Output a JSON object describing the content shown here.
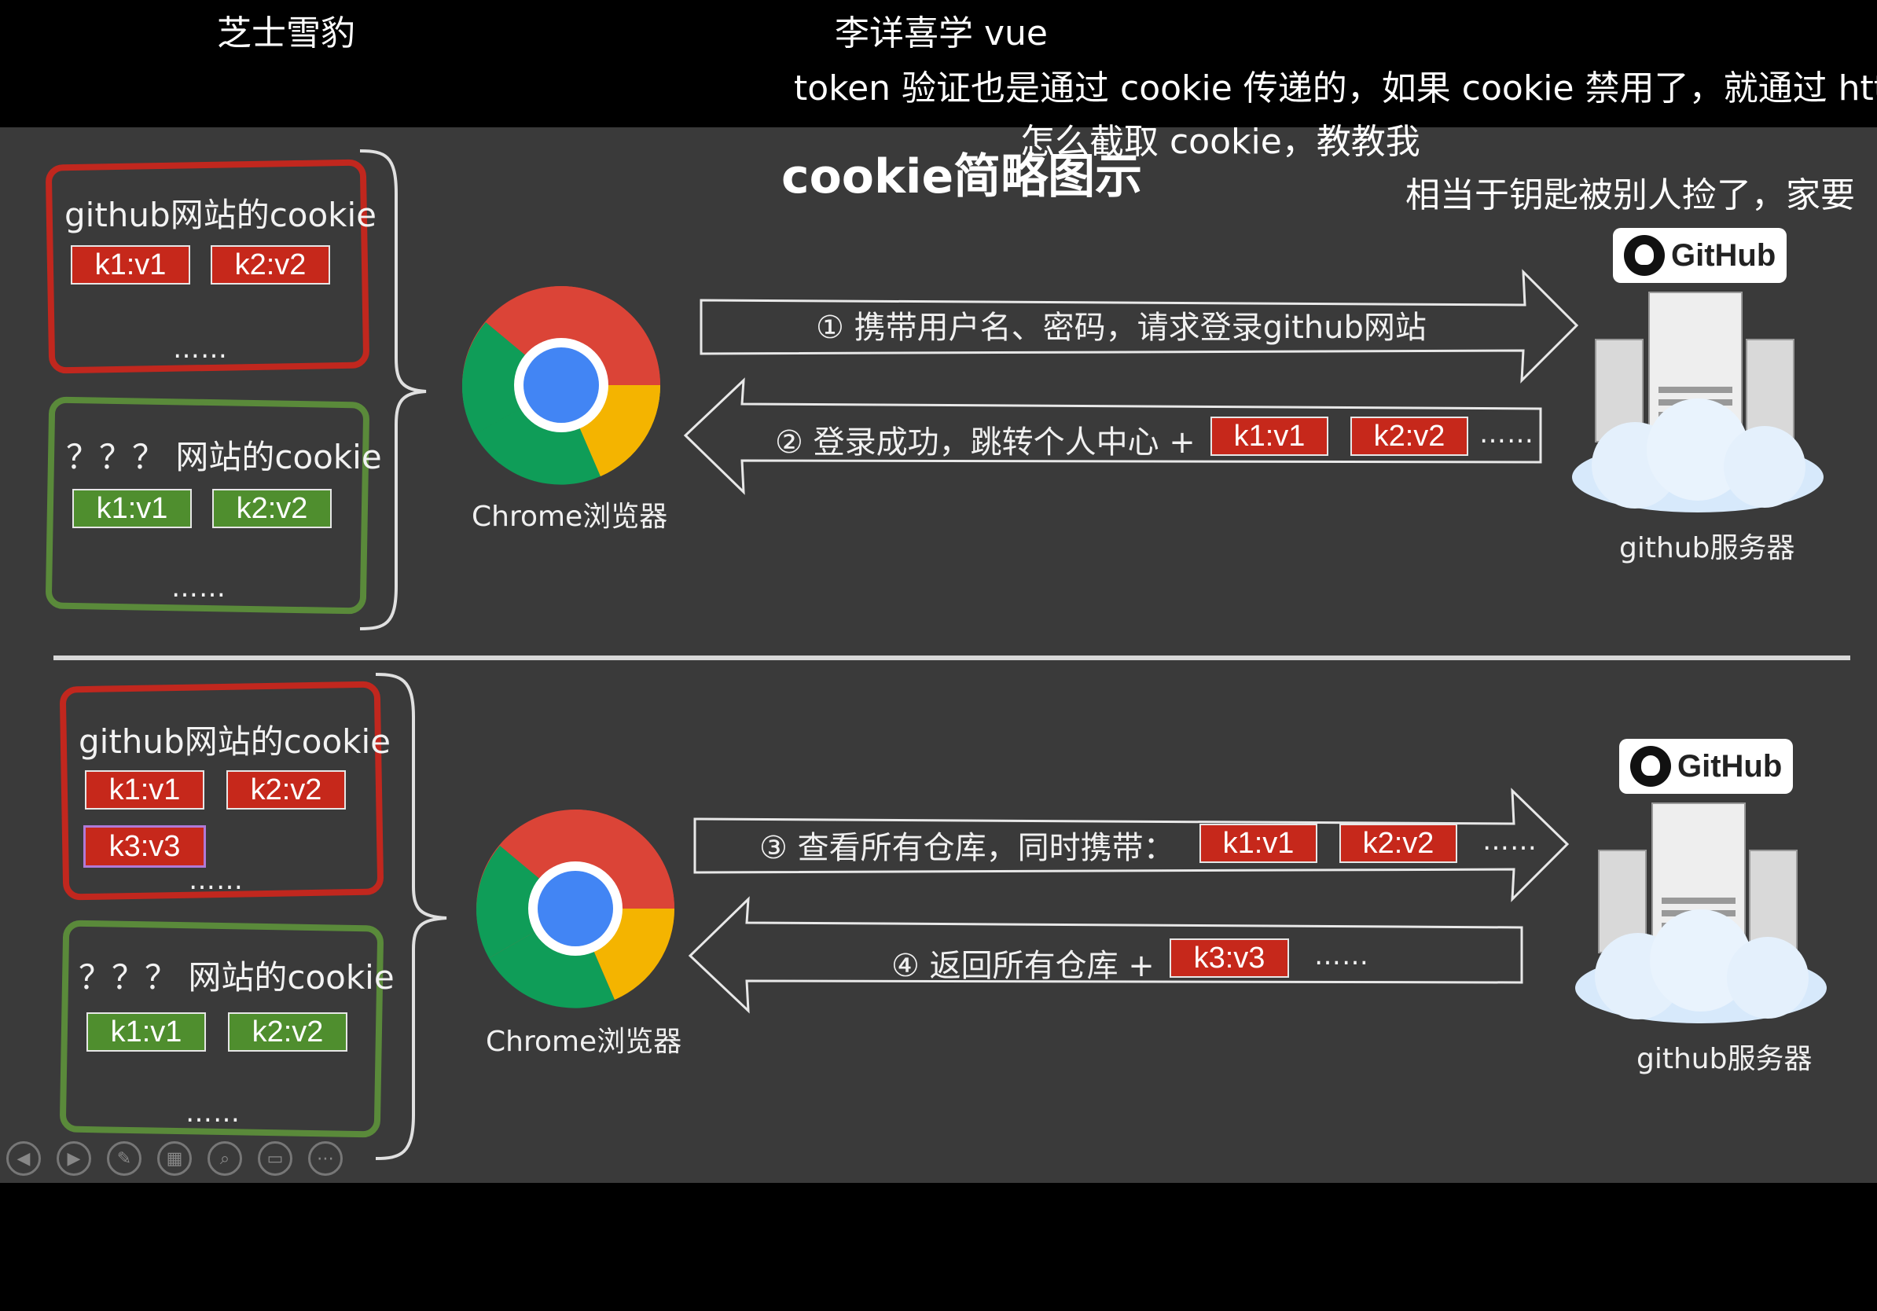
{
  "danmaku": {
    "line1": "芝士雪豹",
    "line2": "李详喜学 vue",
    "line3": "token 验证也是通过 cookie 传递的，如果 cookie 禁用了，就通过 htt",
    "line4": "怎么截取 cookie，教教我",
    "line5": "相当于钥匙被别人捡了，家要"
  },
  "slide": {
    "title": "cookie简略图示",
    "top": {
      "jar_github": {
        "title": "github网站的cookie",
        "tags": [
          "k1:v1",
          "k2:v2"
        ],
        "dots": "……"
      },
      "jar_other": {
        "title": "？？？ 网站的cookie",
        "tags": [
          "k1:v1",
          "k2:v2"
        ],
        "dots": "……"
      },
      "browser_label": "Chrome浏览器",
      "arrow_right_text": "① 携带用户名、密码，请求登录github网站",
      "arrow_left_text": "② 登录成功，跳转个人中心 +",
      "arrow_left_tags": [
        "k1:v1",
        "k2:v2"
      ],
      "arrow_left_dots": "……",
      "server_badge": "GitHub",
      "server_label": "github服务器"
    },
    "bottom": {
      "jar_github": {
        "title": "github网站的cookie",
        "tags": [
          "k1:v1",
          "k2:v2",
          "k3:v3"
        ],
        "dots": "……"
      },
      "jar_other": {
        "title": "？？？ 网站的cookie",
        "tags": [
          "k1:v1",
          "k2:v2"
        ],
        "dots": "……"
      },
      "browser_label": "Chrome浏览器",
      "arrow_right_text": "③ 查看所有仓库，同时携带：",
      "arrow_right_tags": [
        "k1:v1",
        "k2:v2"
      ],
      "arrow_right_dots": "……",
      "arrow_left_text": "④ 返回所有仓库 +",
      "arrow_left_tags": [
        "k3:v3"
      ],
      "arrow_left_dots": "……",
      "server_badge": "GitHub",
      "server_label": "github服务器"
    }
  },
  "toolbar": {
    "icons": [
      "prev-icon",
      "next-icon",
      "pen-icon",
      "slides-icon",
      "zoom-icon",
      "subtitle-icon",
      "more-icon"
    ]
  },
  "colors": {
    "slide_bg": "#3a3a3a",
    "red_tag": "#c6281b",
    "green_tag": "#4f8e2e",
    "red_border": "#c1271e",
    "green_border": "#5a8a3a"
  }
}
